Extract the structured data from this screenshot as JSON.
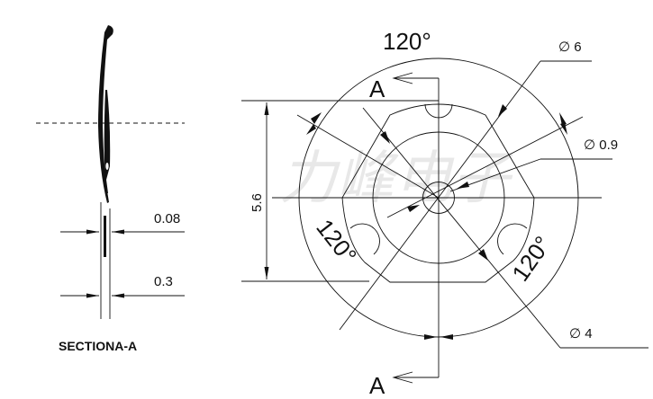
{
  "watermark": "力峰电子",
  "section_view": {
    "title": "SECTIONA-A",
    "dim_thickness_inner": "0.08",
    "dim_thickness_outer": "0.3"
  },
  "plan_view": {
    "section_marker_top": "A",
    "section_marker_bottom": "A",
    "angle_top": "120°",
    "angle_left": "120°",
    "angle_right": "120°",
    "dim_height": "5.6",
    "dia_outer": "∅ 6",
    "dia_center": "∅ 0.9",
    "dia_inner": "∅ 4"
  },
  "colors": {
    "line": "#111111",
    "watermark": "#e6e6e6"
  }
}
